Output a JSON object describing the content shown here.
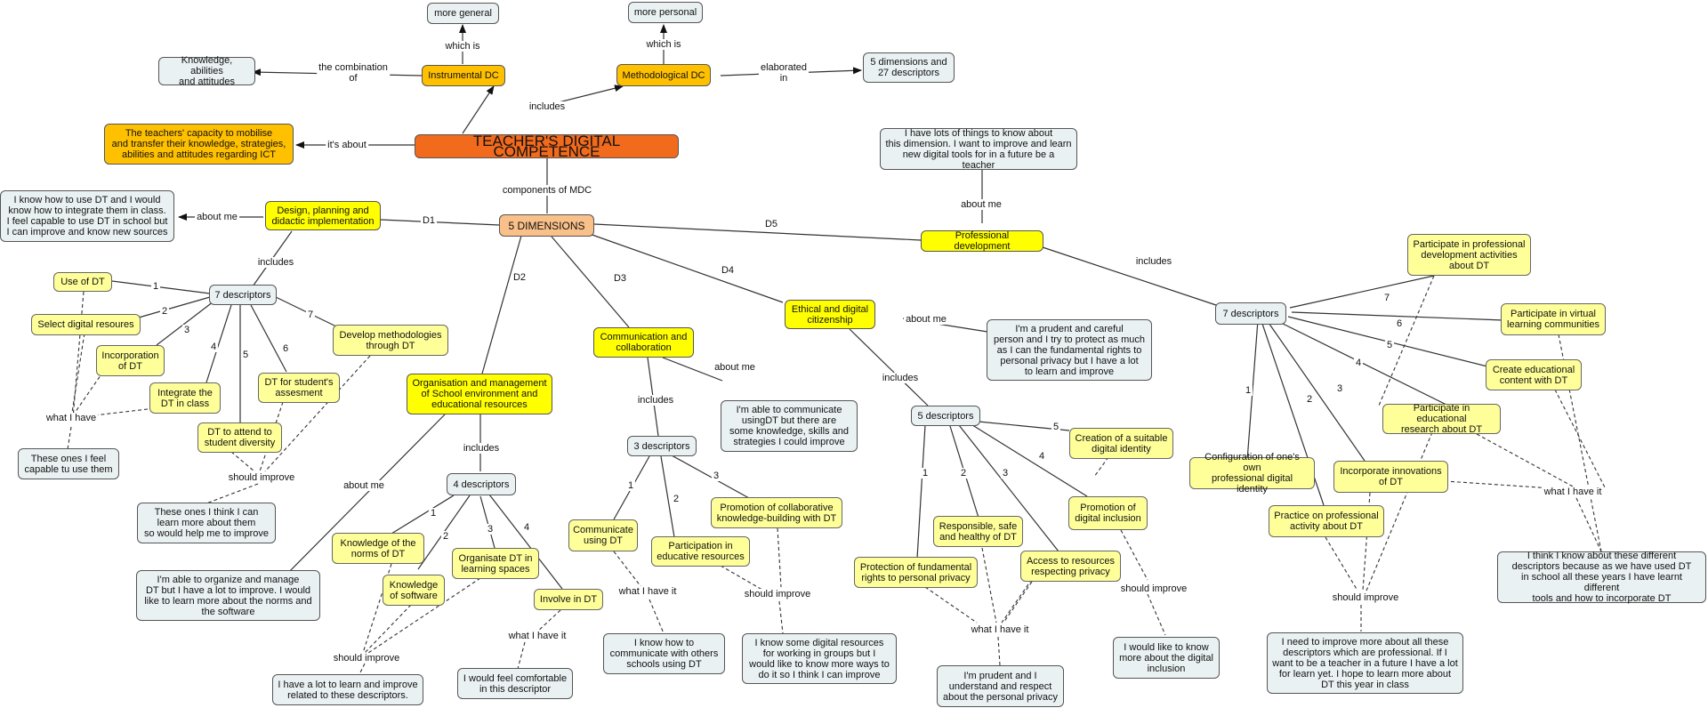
{
  "nodes": {
    "root": "TEACHER'S DIGITAL COMPETENCE",
    "instrumental": "Instrumental DC",
    "methodological": "Methodological DC",
    "more_general": "more general",
    "more_personal": "more personal",
    "knowledge": "Knowledge, abilities\nand attitudes",
    "five_dims_27": "5 dimensions and\n27 descriptors",
    "capacity": "The teachers' capacity to mobilise\nand transfer their knowledge, strategies,\nabilities and attitudes regarding ICT",
    "five_dimensions": "5 DIMENSIONS",
    "design": "Design, planning and\ndidactic implementation",
    "design_me": "I know how to use DT and I would\nknow how to integrate them in class.\nI feel capable to use DT in school but\nI can improve and know new sources",
    "d1_desc": "7 descriptors",
    "use_dt": "Use of DT",
    "select_digital": "Select digital resoures",
    "incorporation": "Incorporation\nof DT",
    "integrate": "Integrate the\nDT in class",
    "attend_diversity": "DT to attend to\nstudent diversity",
    "dt_assessment": "DT for student's\nassesment",
    "develop_methods": "Develop methodologies\nthrough DT",
    "d1_capable": "These ones I feel\ncapable tu use them",
    "d1_improve": "These ones I think I can\nlearn more about them\nso would help me to improve",
    "org": "Organisation and management\nof School environment and\neducational resources",
    "org_me": "I'm able to organize and manage\nDT but I have a lot to improve. I would\nlike to learn more about the norms and\nthe software",
    "d2_desc": "4 descriptors",
    "norms": "Knowledge of the\nnorms of DT",
    "software": "Knowledge\nof software",
    "organise_spaces": "Organisate DT in\nlearning spaces",
    "involve": "Involve in DT",
    "d2_improve": "I have a lot to learn and improve\nrelated to these descriptors.",
    "d2_comfortable": "I would feel comfortable\nin this descriptor",
    "comm": "Communication and\ncollaboration",
    "comm_me": "I'm able to communicate\nusingDT but there are\nsome knowledge, skills and\nstrategies I could improve",
    "d3_desc": "3 descriptors",
    "communicate": "Communicate\nusing DT",
    "participation": "Participation in\neducative resources",
    "promotion_collab": "Promotion of collaborative\nknowledge-building with DT",
    "d3_have": "I know how to\ncommunicate with others\nschools using DT",
    "d3_improve": "I know some digital resources\nfor working in groups but I\nwould like to know more ways to\ndo it so I think I can improve",
    "ethical": "Ethical and digital\ncitizenship",
    "ethical_me": "I'm a prudent and careful\nperson and I try to protect as much\nas I can the fundamental rights to\npersonal privacy but I have a lot\nto learn and improve",
    "d4_desc": "5 descriptors",
    "protection": "Protection of fundamental\nrights to personal privacy",
    "responsible": "Responsible, safe\nand healthy of DT",
    "access": "Access to resources\nrespecting privacy",
    "promotion_inclusion": "Promotion of\ndigital inclusion",
    "identity": "Creation of a suitable\ndigital identity",
    "d4_have": "I'm prudent and I\nunderstand and respect\nabout the personal privacy",
    "d4_improve": "I would like to know\nmore about the digital\ninclusion",
    "prof": "Professional development",
    "prof_me": "I have lots of things to know about\nthis dimension. I want to improve and learn\nnew digital tools for in a future be a teacher",
    "d5_desc": "7 descriptors",
    "config_identity": "Configuration of one's own\nprofessional digital identity",
    "practice": "Practice on professional\nactivity about DT",
    "innovations": "Incorporate innovations\nof DT",
    "research": "Participate in educational\nresearch about DT",
    "create_content": "Create educational\ncontent with DT",
    "virtual": "Participate in virtual\nlearning communities",
    "prof_activities": "Participate in professional\ndevelopment activities\nabout DT",
    "d5_improve": "I need to improve more about all these\ndescriptors which are professional. If I\nwant to be a teacher in a future I have a lot\nfor learn yet. I hope to learn more about\nDT this year in class",
    "d5_have": "I think I know about these different\ndescriptors because as we have used DT\nin school all these years I have learnt different\ntools and how to incorporate DT"
  },
  "labels": {
    "which_is_1": "which is",
    "which_is_2": "which is",
    "the_combination_of": "the combination\nof",
    "elaborated_in": "elaborated\nin",
    "includes_top": "includes",
    "its_about": "it's about",
    "components": "components of MDC",
    "d1": "D1",
    "d2": "D2",
    "d3": "D3",
    "d4": "D4",
    "d5": "D5",
    "about_me_1": "about me",
    "includes_1": "includes",
    "n1_1": "1",
    "n1_2": "2",
    "n1_3": "3",
    "n1_4": "4",
    "n1_5": "5",
    "n1_6": "6",
    "n1_7": "7",
    "what_i_have_1": "what I have",
    "should_improve_1": "should improve",
    "about_me_2": "about me",
    "includes_2": "includes",
    "n2_1": "1",
    "n2_2": "2",
    "n2_3": "3",
    "n2_4": "4",
    "should_improve_2": "should improve",
    "what_i_have_it_2": "what I have it",
    "includes_3": "includes",
    "about_me_3": "about me",
    "n3_1": "1",
    "n3_2": "2",
    "n3_3": "3",
    "what_i_have_it_3": "what I have it",
    "should_improve_3": "should improve",
    "about_me_4": "about me",
    "includes_4": "includes",
    "n4_1": "1",
    "n4_2": "2",
    "n4_3": "3",
    "n4_4": "4",
    "n4_5": "5",
    "what_i_have_it_4": "what I have it",
    "should_improve_4": "should improve",
    "about_me_5": "about me",
    "includes_5": "includes",
    "n5_1": "1",
    "n5_2": "2",
    "n5_3": "3",
    "n5_4": "4",
    "n5_5": "5",
    "n5_6": "6",
    "n5_7": "7",
    "should_improve_5": "should improve",
    "what_i_have_it_5": "what I have it"
  },
  "colors": {
    "root": "#f26b1d",
    "orange": "#ffc000",
    "yellow": "#ffff00",
    "light_yellow": "#ffff99",
    "blue_grey": "#eaf1f2",
    "peach": "#f9c08a"
  }
}
